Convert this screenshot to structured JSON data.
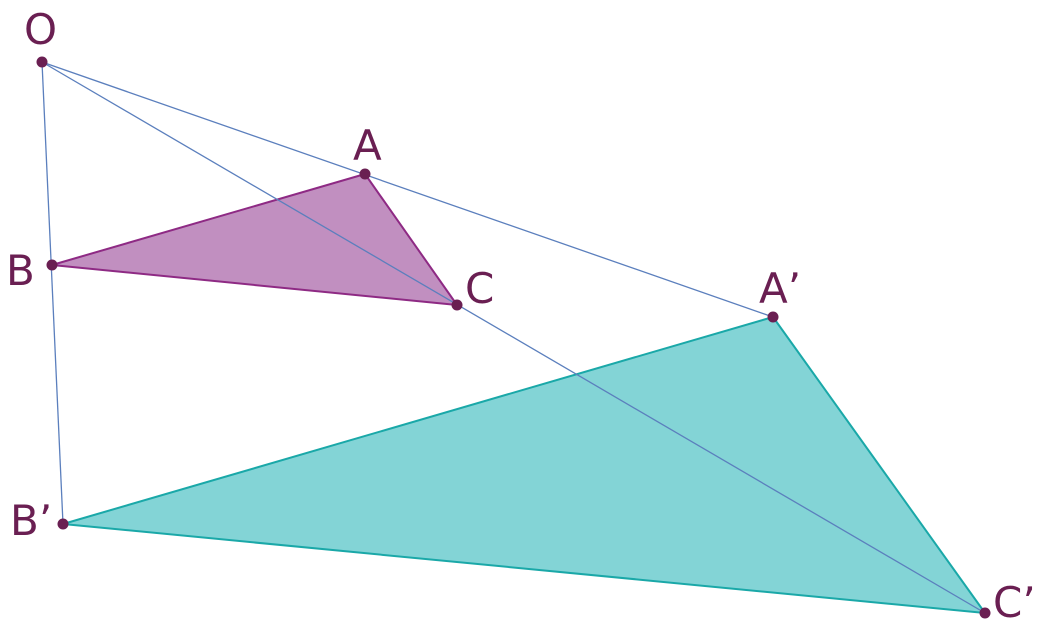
{
  "colors": {
    "label": "#6a1f52",
    "point": "#6a1f52",
    "ray": "#5b7fbd",
    "small_fill": "#c18fc0",
    "small_stroke": "#8e2a84",
    "large_fill": "#83d4d6",
    "large_stroke": "#1aa8a8"
  },
  "points": {
    "O": "O",
    "A": "A",
    "B": "B",
    "C": "C",
    "A_prime": "A’",
    "B_prime": "B’",
    "C_prime": "C’"
  }
}
